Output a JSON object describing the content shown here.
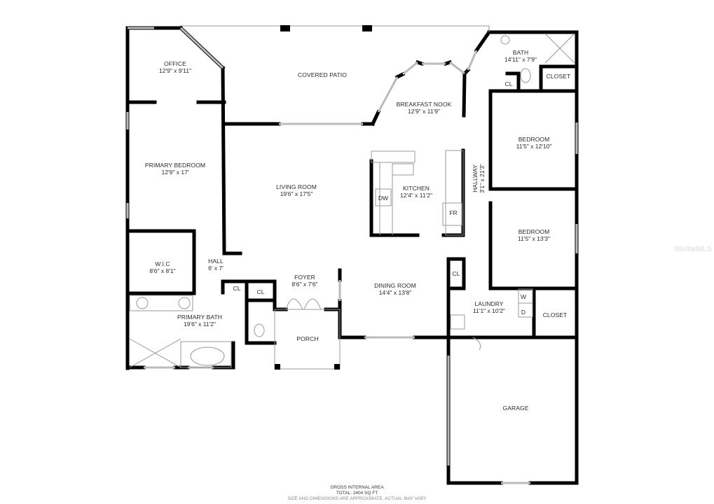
{
  "floorplan": {
    "rooms": [
      {
        "id": "office",
        "name": "OFFICE",
        "dimensions": "12'9\" x 9'11\""
      },
      {
        "id": "covered_patio",
        "name": "COVERED PATIO",
        "dimensions": ""
      },
      {
        "id": "breakfast_nook",
        "name": "BREAKFAST NOOK",
        "dimensions": "12'9\" x 11'9\""
      },
      {
        "id": "bath",
        "name": "BATH",
        "dimensions": "14'11\" x 7'9\""
      },
      {
        "id": "closet_bath",
        "name": "CLOSET",
        "dimensions": ""
      },
      {
        "id": "cl_bath",
        "name": "CL",
        "dimensions": ""
      },
      {
        "id": "primary_bedroom",
        "name": "PRIMARY BEDROOM",
        "dimensions": "12'9\" x 17'"
      },
      {
        "id": "living_room",
        "name": "LIVING ROOM",
        "dimensions": "19'6\" x 17'5\""
      },
      {
        "id": "kitchen",
        "name": "KITCHEN",
        "dimensions": "12'4\" x 11'2\""
      },
      {
        "id": "hallway",
        "name": "HALLWAY",
        "dimensions": "3'1\" x 21'3\""
      },
      {
        "id": "bedroom_1",
        "name": "BEDROOM",
        "dimensions": "11'5\" x 12'10\""
      },
      {
        "id": "bedroom_2",
        "name": "BEDROOM",
        "dimensions": "11'5\" x 13'3\""
      },
      {
        "id": "wic",
        "name": "W.I.C",
        "dimensions": "8'6\" x 8'1\""
      },
      {
        "id": "hall",
        "name": "HALL",
        "dimensions": "6' x 7'"
      },
      {
        "id": "cl_hall_1",
        "name": "CL",
        "dimensions": ""
      },
      {
        "id": "cl_hall_2",
        "name": "CL",
        "dimensions": ""
      },
      {
        "id": "foyer",
        "name": "FOYER",
        "dimensions": "8'6\" x 7'6\""
      },
      {
        "id": "primary_bath",
        "name": "PRIMARY BATH",
        "dimensions": "19'6\" x 11'2\""
      },
      {
        "id": "porch",
        "name": "PORCH",
        "dimensions": ""
      },
      {
        "id": "dining_room",
        "name": "DINING ROOM",
        "dimensions": "14'4\" x 13'8\""
      },
      {
        "id": "cl_laundry",
        "name": "CL",
        "dimensions": ""
      },
      {
        "id": "laundry",
        "name": "LAUNDRY",
        "dimensions": "11'1\" x 10'2\""
      },
      {
        "id": "closet_laundry",
        "name": "CLOSET",
        "dimensions": ""
      },
      {
        "id": "garage",
        "name": "GARAGE",
        "dimensions": ""
      }
    ],
    "fixtures": {
      "dishwasher": "DW",
      "fridge": "FR",
      "washer": "W",
      "dryer": "D"
    },
    "footer": {
      "line1": "GROSS INTERNAL AREA",
      "line2": "TOTAL: 2404 SQ FT",
      "line3": "SIZE AND DIMENSIONS ARE APPROXIMATE, ACTUAL MAY VARY"
    },
    "watermark": "StellarMLS",
    "colors": {
      "wall": "#000000",
      "window": "#bbbbbb",
      "text": "#2a2a2a",
      "background": "#ffffff"
    }
  }
}
